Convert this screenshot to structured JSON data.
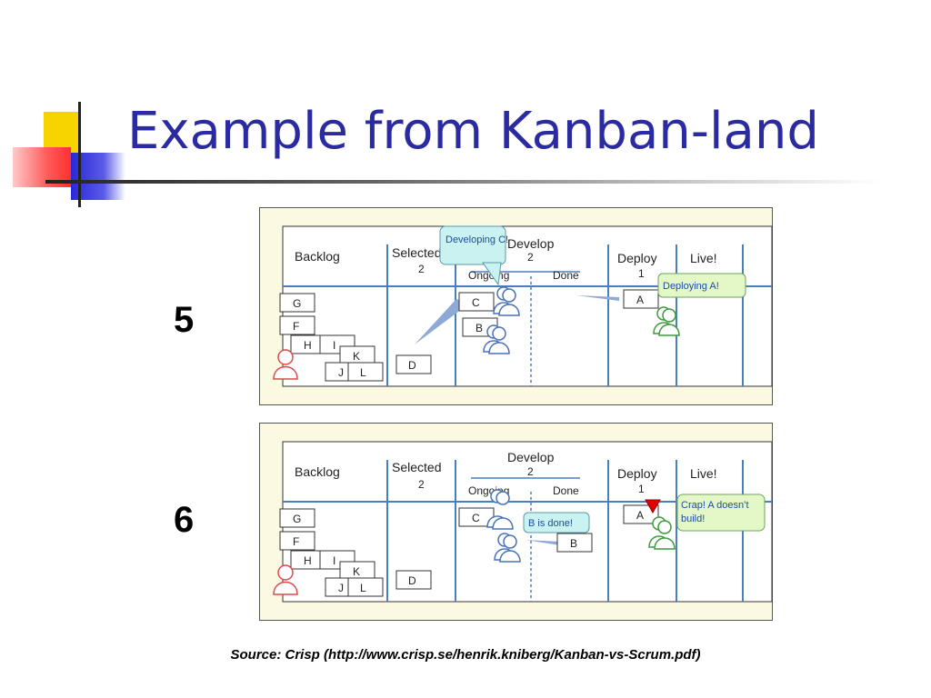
{
  "slide": {
    "title": "Example from Kanban-land",
    "source": "Source: Crisp (http://www.crisp.se/henrik.kniberg/Kanban-vs-Scrum.pdf)"
  },
  "columns": {
    "backlog": "Backlog",
    "selected": "Selected",
    "selected_limit": "2",
    "develop": "Develop",
    "develop_limit": "2",
    "ongoing": "Ongoing",
    "done": "Done",
    "deploy": "Deploy",
    "deploy_limit": "1",
    "live": "Live!"
  },
  "boards": [
    {
      "number": "5",
      "cards": {
        "g": "G",
        "f": "F",
        "h": "H",
        "i": "I",
        "k": "K",
        "j": "J",
        "l": "L",
        "d": "D",
        "c": "C",
        "b": "B",
        "a": "A"
      },
      "callouts": {
        "developing": "Developing C!",
        "deploying": "Deploying A!"
      }
    },
    {
      "number": "6",
      "cards": {
        "g": "G",
        "f": "F",
        "h": "H",
        "i": "I",
        "k": "K",
        "j": "J",
        "l": "L",
        "d": "D",
        "c": "C",
        "b": "B",
        "a": "A"
      },
      "callouts": {
        "b_done": "B is done!",
        "crap_line1": "Crap! A doesn’t",
        "crap_line2": "build!"
      }
    }
  ],
  "colors": {
    "title": "#2b2ba1",
    "board_lines": "#4a7fbf",
    "callout_blue": "#c9f2f0",
    "callout_green": "#e4f7c6",
    "person_red": "#d94a4a",
    "person_blue": "#4a72b8",
    "person_green": "#3d9a3d",
    "alert_triangle": "#e00000"
  }
}
